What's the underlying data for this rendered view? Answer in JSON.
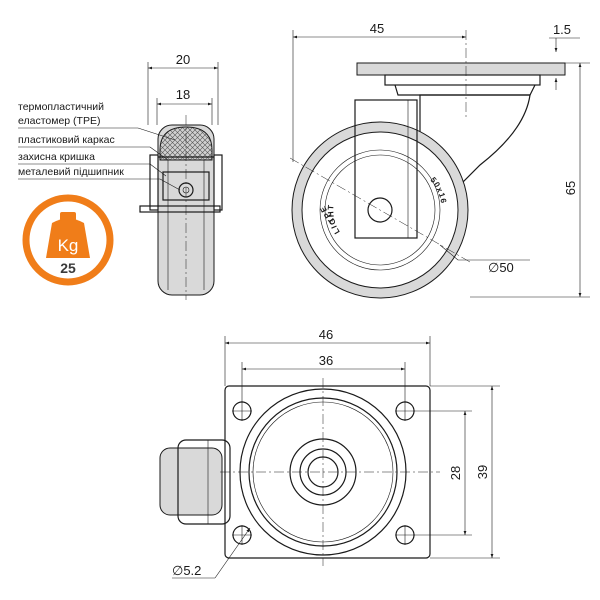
{
  "components": {
    "tpe": "термопластичний\nеластомер (TPE)",
    "frame": "пластиковий каркас",
    "cap": "захисна кришка",
    "bearing": "металевий підшипник"
  },
  "load_badge": {
    "unit": "Kg",
    "value": "25",
    "color": "#f07d19"
  },
  "wheel_marks": {
    "top": "LIGHT",
    "left": "TPE",
    "right": "50x16"
  },
  "dimensions": {
    "side_overall_width": "20",
    "side_wheel_width": "18",
    "front_plate_offset": "45",
    "front_plate_thickness": "1.5",
    "front_height": "65",
    "front_wheel_diameter": "∅50",
    "top_plate_width": "46",
    "top_hole_spacing_x": "36",
    "top_hole_spacing_y": "28",
    "top_plate_depth": "39",
    "top_hole_diameter": "∅5.2"
  }
}
